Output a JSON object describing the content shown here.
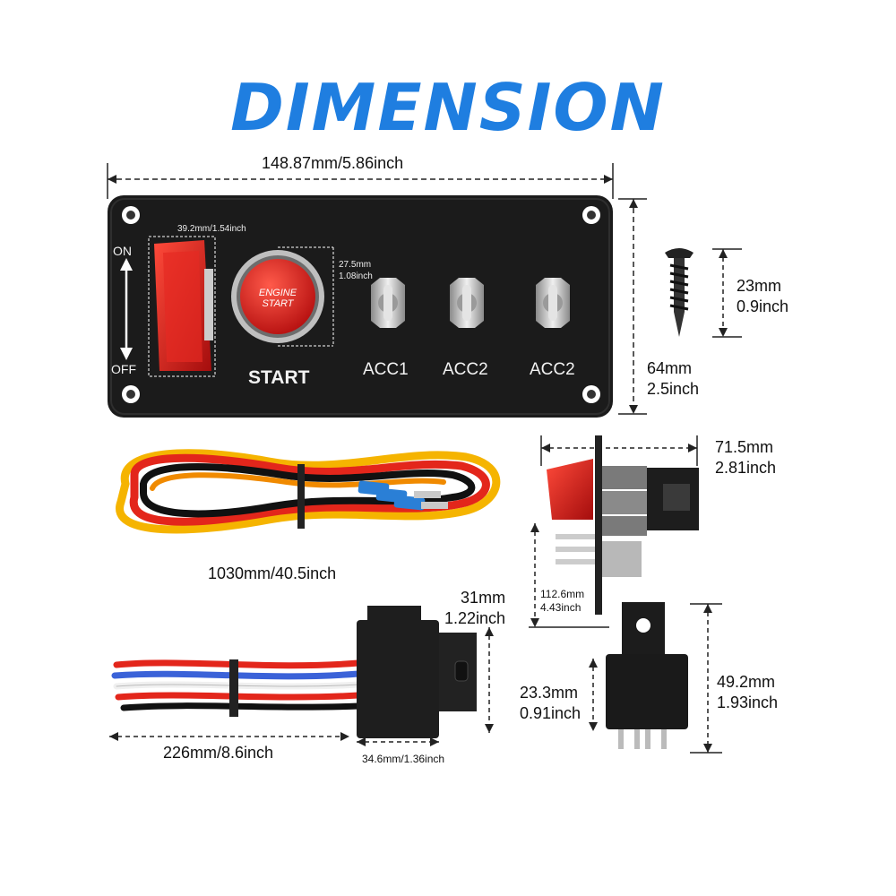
{
  "title": "DIMENSION",
  "panel": {
    "width_label": "148.87mm/5.86inch",
    "height_mm": "64mm",
    "height_in": "2.5inch",
    "on_label": "ON",
    "off_label": "OFF",
    "switch_cover_label": "39.2mm/1.54inch",
    "button_mm": "27.5mm",
    "button_in": "1.08inch",
    "button_text_1": "ENGINE",
    "button_text_2": "START",
    "start_label": "START",
    "toggles": [
      "ACC1",
      "ACC2",
      "ACC2"
    ]
  },
  "screw": {
    "mm": "23mm",
    "in": "0.9inch"
  },
  "side_view": {
    "depth_mm": "71.5mm",
    "depth_in": "2.81inch",
    "length_mm": "112.6mm",
    "length_in": "4.43inch"
  },
  "harness": {
    "length": "1030mm/40.5inch"
  },
  "relay_socket": {
    "height_mm": "31mm",
    "height_in": "1.22inch",
    "wire_length": "226mm/8.6inch",
    "width": "34.6mm/1.36inch"
  },
  "relay": {
    "width_mm": "23.3mm",
    "width_in": "0.91inch",
    "height_mm": "49.2mm",
    "height_in": "1.93inch"
  },
  "colors": {
    "title_blue": "#1f7ee0",
    "panel_black": "#1b1b1b",
    "switch_red": "#d81c1c"
  }
}
